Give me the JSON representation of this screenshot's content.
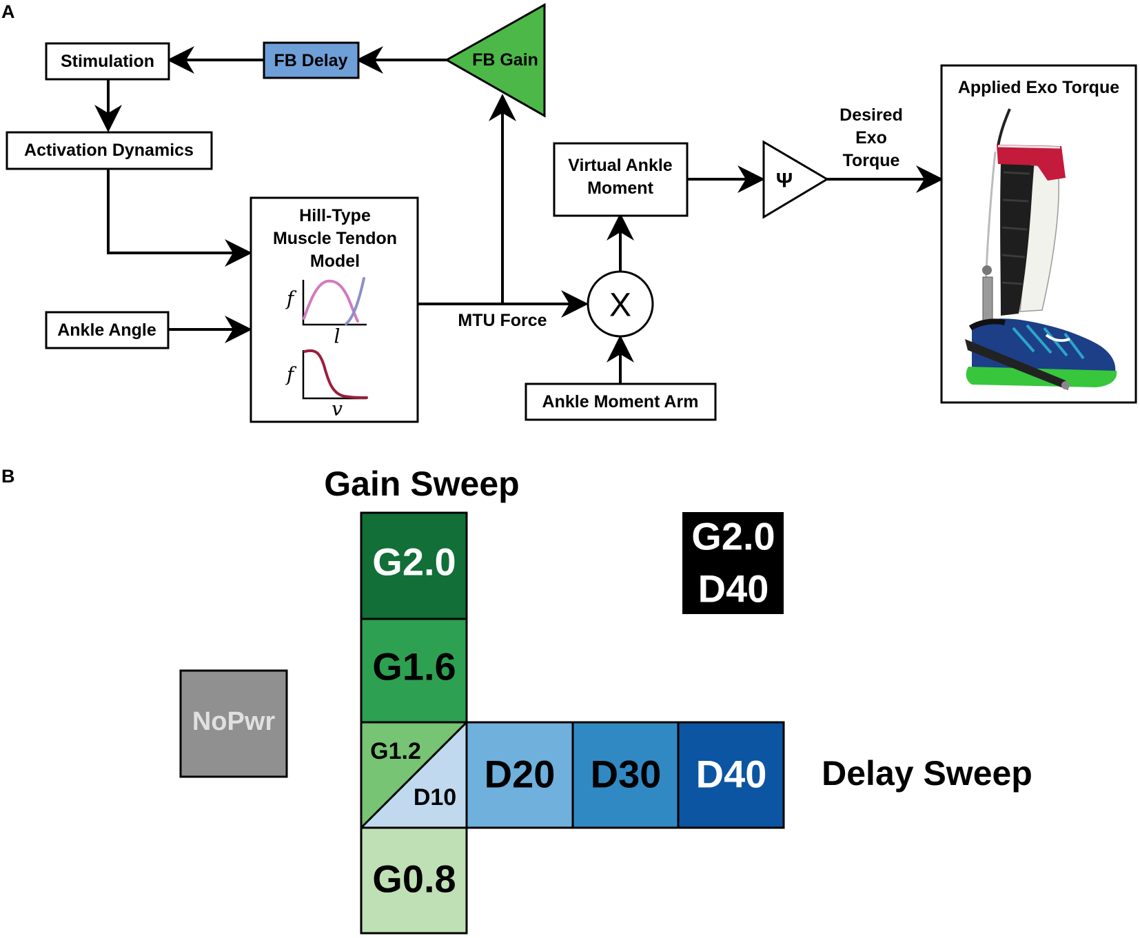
{
  "panel_a": {
    "letter": "A",
    "stimulation": "Stimulation",
    "fb_delay": "FB Delay",
    "fb_gain": "FB Gain",
    "activation_dynamics": "Activation Dynamics",
    "hill_model": [
      "Hill-Type",
      "Muscle Tendon",
      "Model"
    ],
    "ankle_angle": "Ankle Angle",
    "mtu_force": "MTU Force",
    "multiply_symbol": "X",
    "virtual_ankle_moment": [
      "Virtual Ankle",
      "Moment"
    ],
    "ankle_moment_arm": "Ankle Moment Arm",
    "psi_symbol": "Ψ",
    "desired_exo_torque": [
      "Desired",
      "Exo",
      "Torque"
    ],
    "applied_exo_torque": "Applied Exo Torque",
    "force_length_axes": {
      "y": "f",
      "x": "l"
    },
    "force_velocity_axes": {
      "y": "f",
      "x": "v"
    }
  },
  "panel_b": {
    "letter": "B",
    "gain_sweep_title": "Gain Sweep",
    "delay_sweep_title": "Delay Sweep",
    "nopwr": "NoPwr",
    "g20": "G2.0",
    "g16": "G1.6",
    "g12": "G1.2",
    "d10": "D10",
    "g08": "G0.8",
    "d20": "D20",
    "d30": "D30",
    "d40": "D40",
    "combo": [
      "G2.0",
      "D40"
    ]
  },
  "colors": {
    "fb_delay_fill": "#6f9fd8",
    "fb_gain_fill": "#4cb848",
    "g20": "#116f37",
    "g16": "#2ea052",
    "g12": "#78c475",
    "g08": "#bfe0b5",
    "d10": "#c0d9ee",
    "d20": "#6fb0dc",
    "d30": "#3189c4",
    "d40": "#0c55a2",
    "nopwr": "#909090",
    "combo": "#000000",
    "force_length_active": "#d17ac0",
    "force_length_passive": "#8a90c8",
    "force_velocity": "#9a1f3c"
  }
}
